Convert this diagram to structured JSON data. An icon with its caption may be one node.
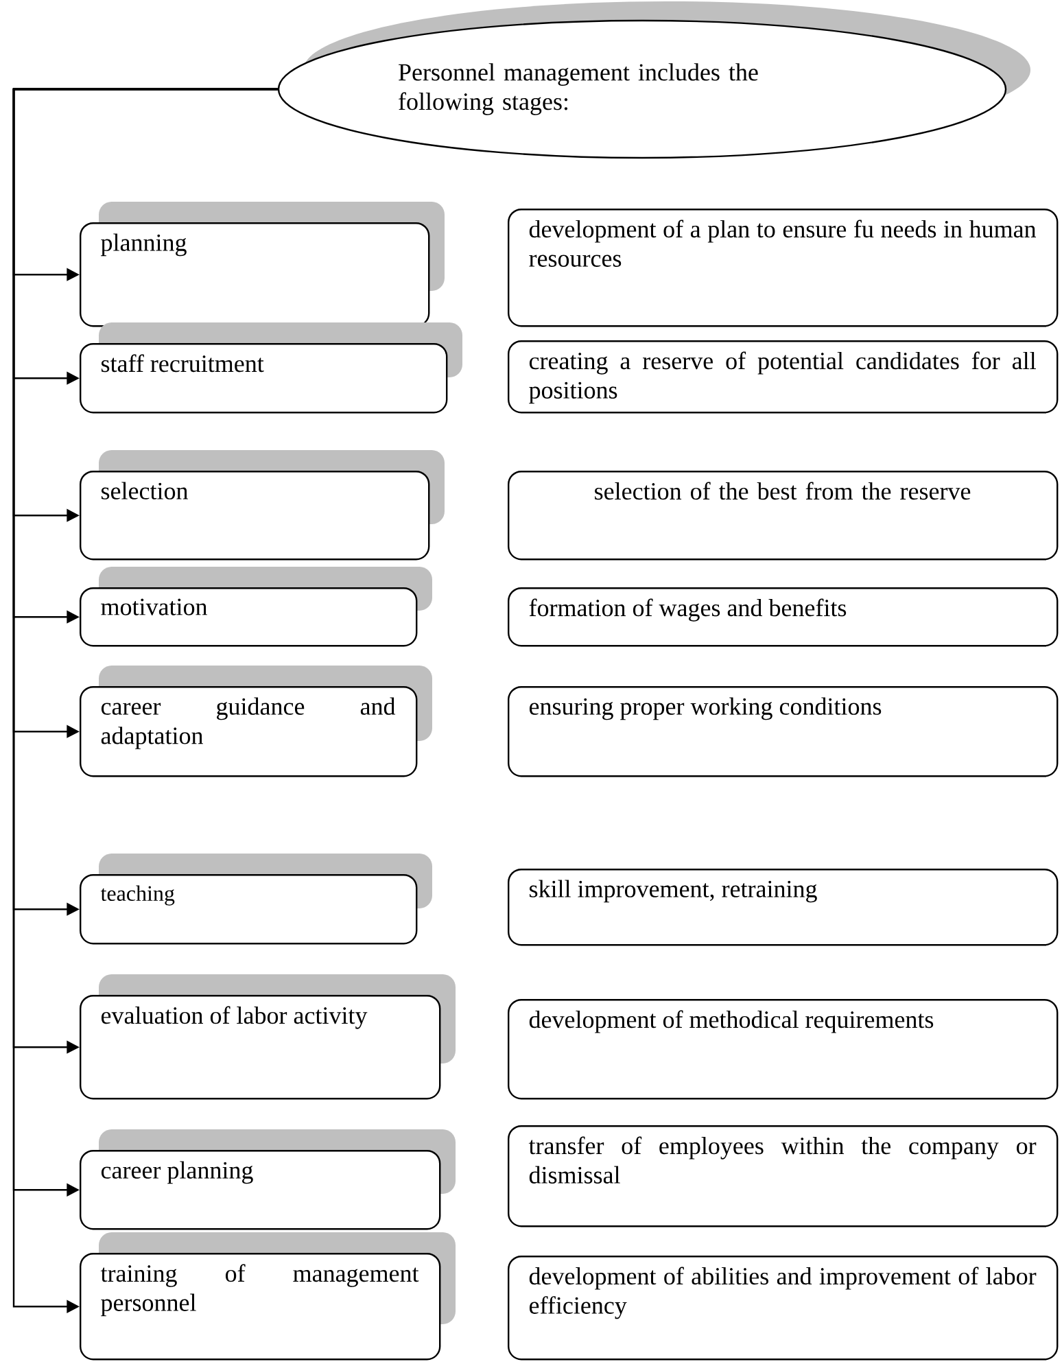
{
  "diagram": {
    "nodes": [
      {
        "text": [
          "Personnel management includes the following stages:"
        ]
      },
      {
        "text": [
          "planning"
        ]
      },
      {
        "text": [
          "development of a plan to ensure fu needs in human resources"
        ]
      },
      {
        "text": [
          "staff recruitment"
        ]
      },
      {
        "text": [
          "creating a reserve of potential candidates for all positions"
        ]
      },
      {
        "text": [
          "selection"
        ]
      },
      {
        "text": [
          "selection of the best from the reserve"
        ]
      },
      {
        "text": [
          "motivation"
        ]
      },
      {
        "text": [
          "formation of wages and benefits"
        ]
      },
      {
        "text": [
          "career guidance and adaptation"
        ]
      },
      {
        "text": [
          "ensuring proper working conditions"
        ]
      },
      {
        "text": [
          "teaching"
        ]
      },
      {
        "text": [
          "skill improvement, retraining"
        ]
      },
      {
        "text": [
          "evaluation of labor activity"
        ]
      },
      {
        "text": [
          "development of methodical requirements"
        ]
      },
      {
        "text": [
          "career planning"
        ]
      },
      {
        "text": [
          "transfer of employees within the company or dismissal"
        ]
      },
      {
        "text": [
          "training of management personnel"
        ]
      },
      {
        "text": [
          "development of abilities and improvement of labor efficiency"
        ]
      }
    ],
    "edges": [
      {
        "from": 0,
        "to": 1,
        "arrow": "to"
      },
      {
        "from": 0,
        "to": 3,
        "arrow": "to"
      },
      {
        "from": 0,
        "to": 5,
        "arrow": "to"
      },
      {
        "from": 0,
        "to": 7,
        "arrow": "to"
      },
      {
        "from": 0,
        "to": 9,
        "arrow": "to"
      },
      {
        "from": 0,
        "to": 11,
        "arrow": "to"
      },
      {
        "from": 0,
        "to": 13,
        "arrow": "to"
      },
      {
        "from": 0,
        "to": 15,
        "arrow": "to"
      },
      {
        "from": 0,
        "to": 17,
        "arrow": "to"
      }
    ]
  }
}
